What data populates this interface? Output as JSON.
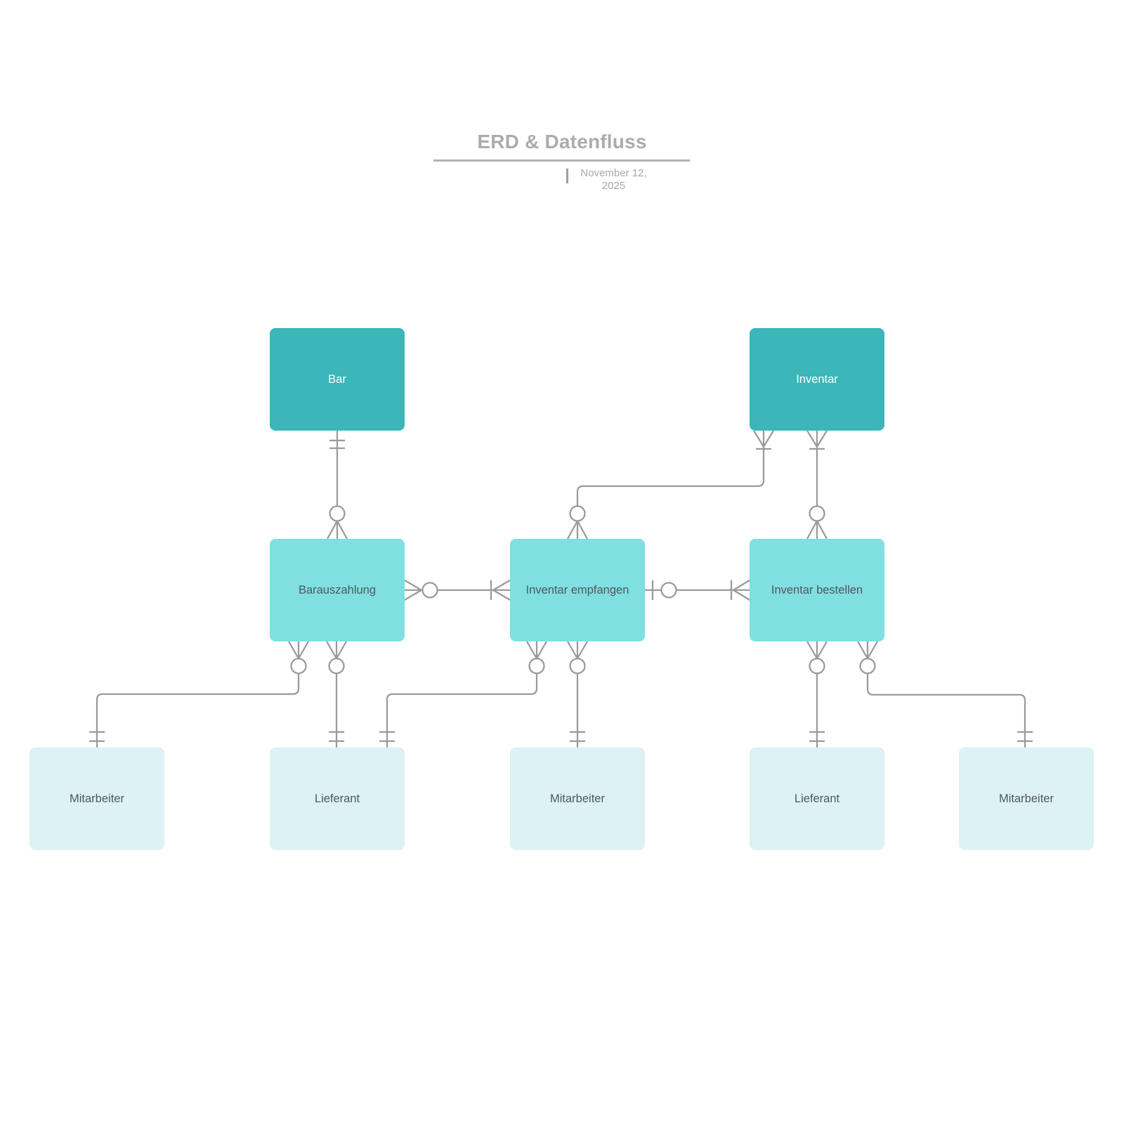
{
  "header": {
    "title": "ERD & Datenfluss",
    "date": {
      "line1": "November 12,",
      "line2": "2025"
    }
  },
  "nodes": [
    {
      "id": "bar",
      "label": "Bar",
      "tier": "primary"
    },
    {
      "id": "inventar",
      "label": "Inventar",
      "tier": "primary"
    },
    {
      "id": "barauszahlung",
      "label": "Barauszahlung",
      "tier": "process"
    },
    {
      "id": "inventar-empfangen",
      "label": "Inventar empfangen",
      "tier": "process"
    },
    {
      "id": "inventar-bestellen",
      "label": "Inventar bestellen",
      "tier": "process"
    },
    {
      "id": "mitarbeiter-1",
      "label": "Mitarbeiter",
      "tier": "external"
    },
    {
      "id": "lieferant-1",
      "label": "Lieferant",
      "tier": "external"
    },
    {
      "id": "mitarbeiter-2",
      "label": "Mitarbeiter",
      "tier": "external"
    },
    {
      "id": "lieferant-2",
      "label": "Lieferant",
      "tier": "external"
    },
    {
      "id": "mitarbeiter-3",
      "label": "Mitarbeiter",
      "tier": "external"
    }
  ],
  "edges": [
    {
      "from": "bar",
      "to": "barauszahlung",
      "from_cardinality": "one-and-only-one",
      "to_cardinality": "zero-or-many"
    },
    {
      "from": "inventar",
      "to": "inventar-empfangen",
      "from_cardinality": "one-or-many",
      "to_cardinality": "zero-or-many"
    },
    {
      "from": "inventar",
      "to": "inventar-bestellen",
      "from_cardinality": "one-or-many",
      "to_cardinality": "zero-or-many"
    },
    {
      "from": "barauszahlung",
      "to": "inventar-empfangen",
      "from_cardinality": "zero-or-many",
      "to_cardinality": "one-or-many"
    },
    {
      "from": "inventar-empfangen",
      "to": "inventar-bestellen",
      "from_cardinality": "zero-or-one",
      "to_cardinality": "one-or-many"
    },
    {
      "from": "barauszahlung",
      "to": "mitarbeiter-1",
      "from_cardinality": "zero-or-many",
      "to_cardinality": "one-and-only-one"
    },
    {
      "from": "barauszahlung",
      "to": "lieferant-1",
      "from_cardinality": "zero-or-many",
      "to_cardinality": "one-and-only-one"
    },
    {
      "from": "inventar-empfangen",
      "to": "lieferant-1",
      "from_cardinality": "zero-or-many",
      "to_cardinality": "one-and-only-one"
    },
    {
      "from": "inventar-empfangen",
      "to": "mitarbeiter-2",
      "from_cardinality": "zero-or-many",
      "to_cardinality": "one-and-only-one"
    },
    {
      "from": "inventar-bestellen",
      "to": "lieferant-2",
      "from_cardinality": "zero-or-many",
      "to_cardinality": "one-and-only-one"
    },
    {
      "from": "inventar-bestellen",
      "to": "mitarbeiter-3",
      "from_cardinality": "zero-or-many",
      "to_cardinality": "one-and-only-one"
    }
  ],
  "colors": {
    "entity_primary": "#3cb6b8",
    "entity_process": "#7fdfe1",
    "entity_external": "#dcf2f5",
    "connector": "#9a9a9a",
    "title_text": "#acacac",
    "label_dark": "#51585c",
    "label_light": "#ffffff"
  }
}
